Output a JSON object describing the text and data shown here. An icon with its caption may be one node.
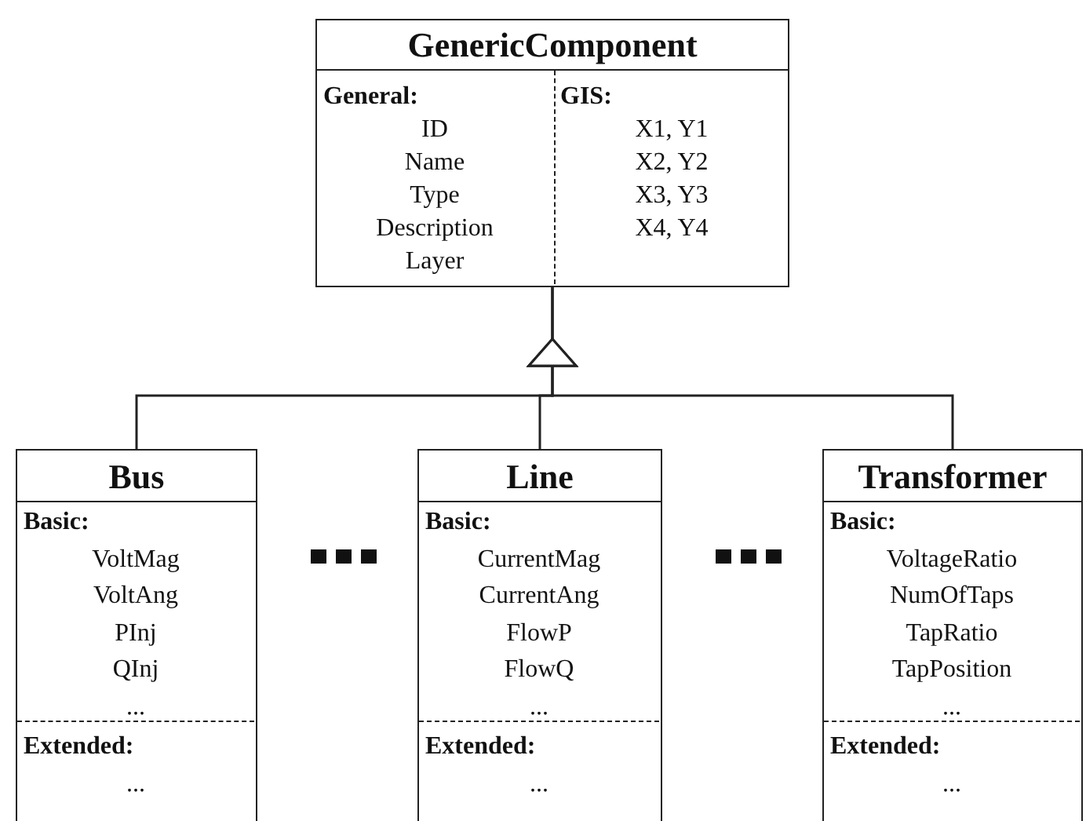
{
  "diagram": {
    "nodes": [
      {
        "text": [
          "GenericComponent",
          "General:",
          "ID",
          "Name",
          "Type",
          "Description",
          "Layer",
          "GIS:",
          "X1, Y1",
          "X2, Y2",
          "X3, Y3",
          "X4, Y4"
        ]
      },
      {
        "text": [
          "Bus",
          "Basic:",
          "VoltMag",
          "VoltAng",
          "PInj",
          "QInj",
          "...",
          "Extended:",
          "..."
        ]
      },
      {
        "text": [
          "Line",
          "Basic:",
          "CurrentMag",
          "CurrentAng",
          "FlowP",
          "FlowQ",
          "...",
          "Extended:",
          "..."
        ]
      },
      {
        "text": [
          "Transformer",
          "Basic:",
          "VoltageRatio",
          "NumOfTaps",
          "TapRatio",
          "TapPosition",
          "...",
          "Extended:",
          "..."
        ]
      }
    ],
    "edges": [
      {
        "from": 1,
        "to": 0,
        "arrow": "to"
      },
      {
        "from": 2,
        "to": 0,
        "arrow": "to"
      },
      {
        "from": 3,
        "to": 0,
        "arrow": "to"
      }
    ]
  }
}
